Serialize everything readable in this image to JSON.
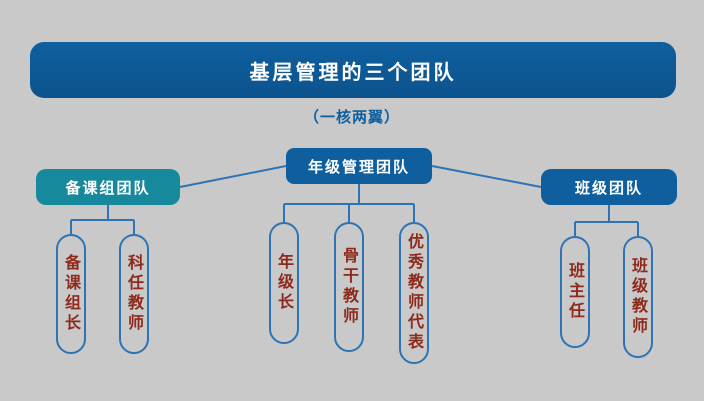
{
  "colors": {
    "background": "#c9c9c9",
    "primary": "#0f5f9f",
    "primary_dark": "#0c538d",
    "teal": "#17899c",
    "line": "#2e73b4",
    "member_text": "#8e2a1c"
  },
  "banner": {
    "title": "基层管理的三个团队"
  },
  "subtitle": {
    "text": "（一核两翼）"
  },
  "teams": {
    "center": {
      "label": "年级管理团队",
      "members": [
        "年级长",
        "骨干教师",
        "优秀教师代表"
      ]
    },
    "left": {
      "label": "备课组团队",
      "members": [
        "备课组长",
        "科任教师"
      ]
    },
    "right": {
      "label": "班级团队",
      "members": [
        "班主任",
        "班级教师"
      ]
    }
  }
}
